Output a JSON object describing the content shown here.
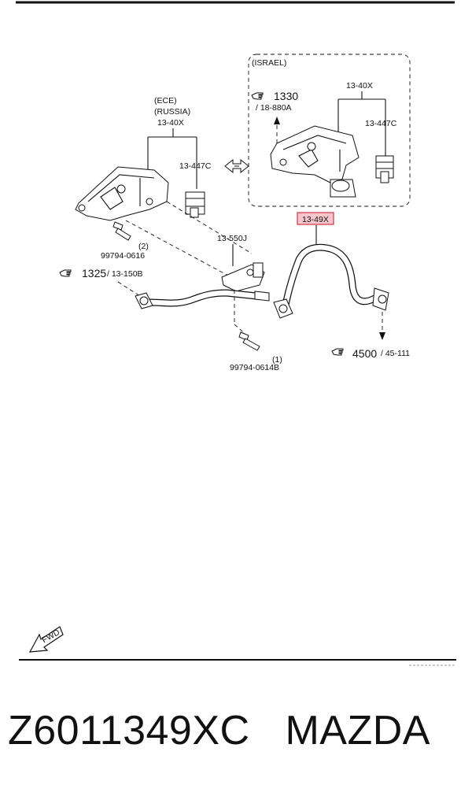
{
  "labels": {
    "israel_group": "(ISRAEL)",
    "ref_1330": "1330",
    "ref_18_880a": "/ 18-880A",
    "israel_13_40x": "13-40X",
    "israel_13_447c": "13-447C",
    "ece": "(ECE)",
    "russia": "(RUSSIA)",
    "ece_13_40x": "13-40X",
    "ece_13_447c": "13-447C",
    "highlight_part": "13-49X",
    "bracket_13_550j": "13-550J",
    "bolt_qty_2": "(2)",
    "bolt_99794_0616": "99794-0616",
    "ref_1325": "1325",
    "ref_13_150b": "/ 13-150B",
    "bolt_qty_1": "(1)",
    "bolt_99794_0614b": "99794-0614B",
    "ref_4500": "4500",
    "ref_45_111": "/ 45-111",
    "fwd": "FWD"
  },
  "footer": {
    "part_number": "Z6011349XC",
    "brand": "MAZDA"
  },
  "colors": {
    "highlight_fill": "#f7c6cc",
    "highlight_border": "#d0364a"
  },
  "icons": [
    "pointing-hand-icon",
    "double-arrow-icon",
    "fwd-arrow-icon"
  ]
}
